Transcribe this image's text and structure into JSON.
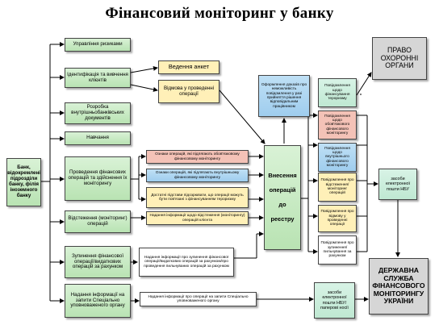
{
  "title": "Фінансовий моніторинг у банку",
  "bank": "Банк, відокремлені підрозділи банку, філія іноземного банку",
  "functions": [
    "Управління ризиками",
    "Ідентифікація та вивчення клієнтів",
    "Розробка внутрішньобанківських документів",
    "Навчання",
    "Проведення фінансових операцій та здійснення їх моніторингу",
    "Відстеження (моніторинг) операцій",
    "Зупинення фінансової операції/видаткових операцій за рахунком",
    "Надання інформації на запити Спеціально уповноваженого органу"
  ],
  "ident_outputs": [
    "Ведення анкет",
    "Відмова у проведенні операції"
  ],
  "monitoring_items": [
    "Ознаки операцій, які підлягають обов'язковому фінансовому моніторингу",
    "Ознаки операцій, які підлягають внутрішньому фінансовому моніторингу",
    "Достатні підстави підозрювати, що операції можуть бути пов'язані з фінансуванням тероризму",
    "Надання інформації щодо відстеження (моніторингу) операцій клієнта"
  ],
  "suspension_info": "Надання інформації про зупинення фінансової операції/видаткових операцій за рахунком/про проведення пильнуваних операцій за рахунком",
  "request_info": "Надання інформації про операції на запити Спеціально уповноваженого органу",
  "register": "Внесення операцій до реєстру",
  "docs_note": "Оформлення доказів про неможливість повідомлення у разі прийняття рішення відповідальним працівником",
  "notifications": [
    "Повідомлення щодо фінансування тероризму",
    "Повідомлення щодо обов'язкового фінансового моніторингу",
    "Повідомлення щодо внутрішнього фінансового моніторингу",
    "Повідомлення про відстеження/ моніторинг операцій",
    "Повідомлення про відмову у проведенні операції",
    "Повідомлення про зупинення/ пильнування за рахунком"
  ],
  "nbu_channel": "засоби електронної пошти НБУ",
  "paper_channel": "засоби електронної пошти НБУ/ паперові носії",
  "law_enforcement": "ПРАВО ОХОРОННІ ОРГАНИ",
  "fiu": "ДЕРЖАВНА СЛУЖБА ФІНАНСОВОГО МОНІТОРИНГУ УКРАЇНИ"
}
